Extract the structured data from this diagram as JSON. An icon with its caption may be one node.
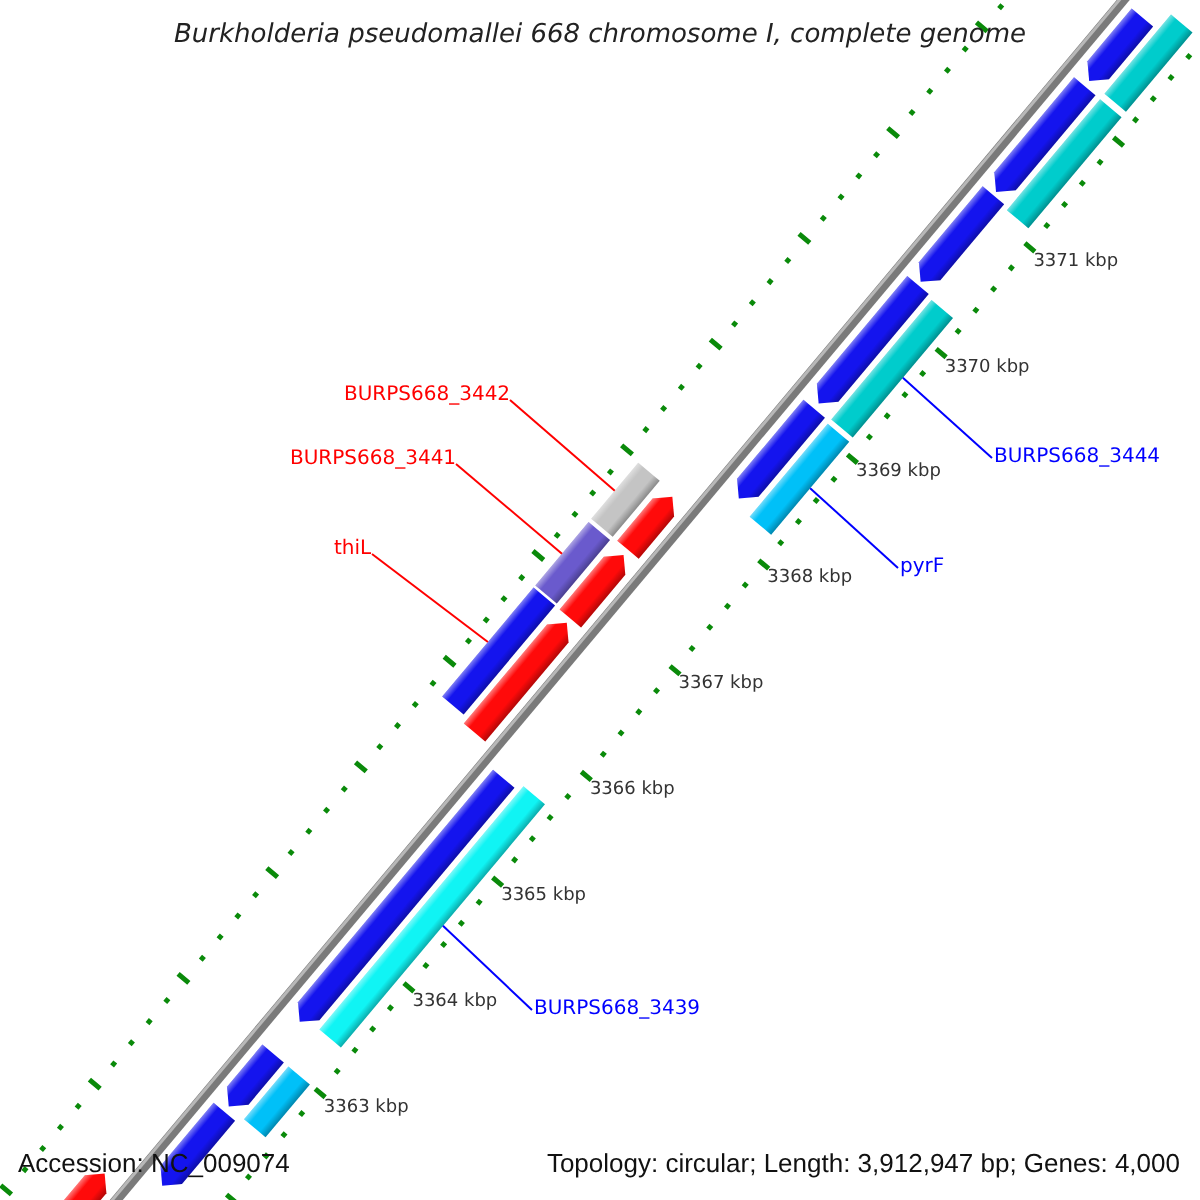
{
  "diagram": {
    "title": "Burkholderia pseudomallei 668 chromosome I, complete genome",
    "nodes": [
      {
        "text": [
          "BURPS668_3442"
        ]
      },
      {
        "text": [
          "BURPS668_3441"
        ]
      },
      {
        "text": [
          "thiL"
        ]
      },
      {
        "text": [
          "BURPS668_3444"
        ]
      },
      {
        "text": [
          "pyrF"
        ]
      },
      {
        "text": [
          "BURPS668_3439"
        ]
      },
      {
        "text": [],
        "shape": "pentagon"
      },
      {
        "text": [],
        "shape": "bar"
      },
      {
        "text": [],
        "shape": "pentagon"
      },
      {
        "text": [],
        "shape": "bar"
      },
      {
        "text": [],
        "shape": "pentagon"
      },
      {
        "text": [],
        "shape": "pentagon"
      },
      {
        "text": [],
        "shape": "bar"
      },
      {
        "text": [],
        "shape": "pentagon"
      },
      {
        "text": [],
        "shape": "bar"
      },
      {
        "text": [],
        "shape": "bar"
      },
      {
        "text": [],
        "shape": "pentagon"
      },
      {
        "text": [],
        "shape": "bar"
      },
      {
        "text": [],
        "shape": "pentagon"
      },
      {
        "text": [],
        "shape": "bar"
      },
      {
        "text": [],
        "shape": "pentagon"
      },
      {
        "text": [],
        "shape": "pentagon"
      },
      {
        "text": [],
        "shape": "bar"
      },
      {
        "text": [],
        "shape": "pentagon"
      },
      {
        "text": [],
        "shape": "bar"
      },
      {
        "text": [],
        "shape": "pentagon"
      },
      {
        "text": [],
        "shape": "pentagon"
      }
    ],
    "edges": [
      {
        "from": 0,
        "to": 15,
        "arrow": "none",
        "color": "#ff0000"
      },
      {
        "from": 1,
        "to": 17,
        "arrow": "none",
        "color": "#ff0000"
      },
      {
        "from": 2,
        "to": 19,
        "arrow": "none",
        "color": "#ff0000"
      },
      {
        "from": 3,
        "to": 12,
        "arrow": "none",
        "color": "#0000ff"
      },
      {
        "from": 4,
        "to": 14,
        "arrow": "none",
        "color": "#0000ff"
      },
      {
        "from": 5,
        "to": 22,
        "arrow": "none",
        "color": "#0000ff"
      }
    ],
    "labels": [
      "3371 kbp",
      "3370 kbp",
      "3369 kbp",
      "3368 kbp",
      "3367 kbp",
      "3366 kbp",
      "3365 kbp",
      "3364 kbp",
      "3363 kbp",
      "Accession: NC_009074",
      "Topology: circular; Length: 3,912,947 bp; Genes: 4,000"
    ]
  }
}
